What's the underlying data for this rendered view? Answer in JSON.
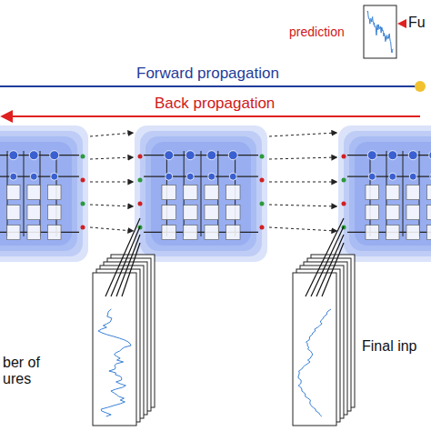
{
  "diagram": {
    "labels": [
      "Fu",
      "prediction",
      "Forward propagation",
      "Back propagation",
      "ber of ures",
      "Final inp"
    ]
  }
}
